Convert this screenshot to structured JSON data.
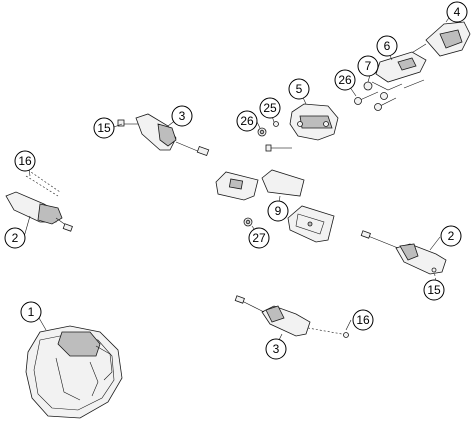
{
  "callouts": [
    {
      "id": "c1",
      "label": "1"
    },
    {
      "id": "c2a",
      "label": "2"
    },
    {
      "id": "c2b",
      "label": "2"
    },
    {
      "id": "c3a",
      "label": "3"
    },
    {
      "id": "c3b",
      "label": "3"
    },
    {
      "id": "c4",
      "label": "4"
    },
    {
      "id": "c5",
      "label": "5"
    },
    {
      "id": "c6",
      "label": "6"
    },
    {
      "id": "c7",
      "label": "7"
    },
    {
      "id": "c9",
      "label": "9"
    },
    {
      "id": "c15a",
      "label": "15"
    },
    {
      "id": "c15b",
      "label": "15"
    },
    {
      "id": "c16a",
      "label": "16"
    },
    {
      "id": "c16b",
      "label": "16"
    },
    {
      "id": "c25",
      "label": "25"
    },
    {
      "id": "c26a",
      "label": "26"
    },
    {
      "id": "c26b",
      "label": "26"
    },
    {
      "id": "c27",
      "label": "27"
    }
  ]
}
